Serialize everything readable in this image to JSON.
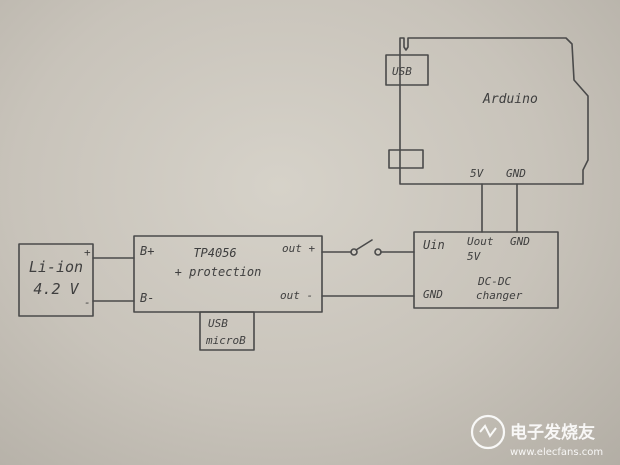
{
  "battery": {
    "line1": "Li-ion",
    "line2": "4.2 V",
    "plus": "+",
    "minus": "-"
  },
  "charger": {
    "title": "TP4056",
    "subtitle": "+ protection",
    "b_plus": "B+",
    "b_minus": "B-",
    "out_plus": "out +",
    "out_minus": "out -"
  },
  "usb_micro": {
    "line1": "USB",
    "line2": "microB"
  },
  "converter": {
    "vin": "Uin",
    "vout_line1": "Uout",
    "vout_line2": "5V",
    "gnd_top": "GND",
    "gnd_left": "GND",
    "title_line1": "DC-DC",
    "title_line2": "changer"
  },
  "arduino": {
    "name": "Arduino",
    "usb": "USB",
    "pin_5v": "5V",
    "pin_gnd": "GND"
  },
  "watermark": {
    "line1": "电子发烧友",
    "line2": "www.elecfans.com"
  }
}
